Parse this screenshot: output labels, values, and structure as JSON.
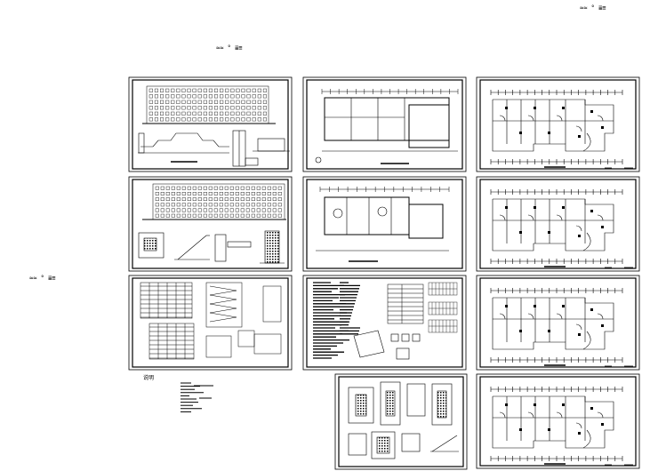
{
  "drawing_set": {
    "floating_labels": [
      {
        "id": "label-top-right",
        "text": "≈≈ ° ≣≡"
      },
      {
        "id": "label-top-center",
        "text": "≈≈ ° ≣≡"
      },
      {
        "id": "label-left-mid",
        "text": "≈≈ ° ≣≡"
      }
    ],
    "note_block_title": "说明",
    "sheets": [
      {
        "id": "sheet-1",
        "kind": "elevation-section"
      },
      {
        "id": "sheet-2",
        "kind": "floor-plan"
      },
      {
        "id": "sheet-3",
        "kind": "floor-plan-detailed"
      },
      {
        "id": "sheet-4",
        "kind": "elevation-details"
      },
      {
        "id": "sheet-5",
        "kind": "floor-plan"
      },
      {
        "id": "sheet-6",
        "kind": "floor-plan-detailed"
      },
      {
        "id": "sheet-7",
        "kind": "stair-details"
      },
      {
        "id": "sheet-8",
        "kind": "notes-tables"
      },
      {
        "id": "sheet-9",
        "kind": "floor-plan-detailed"
      },
      {
        "id": "sheet-10",
        "kind": "node-details"
      },
      {
        "id": "sheet-11",
        "kind": "floor-plan-detailed"
      }
    ]
  }
}
